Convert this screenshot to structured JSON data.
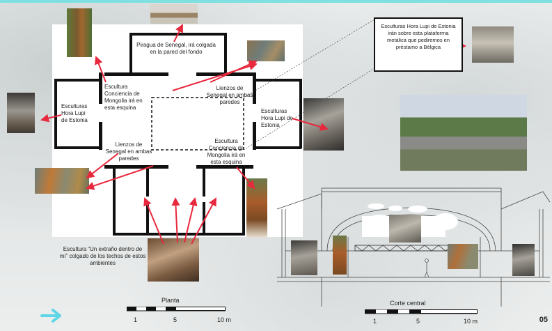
{
  "labels": {
    "piragua": "Piragua de Senegal, irá colgada en la pared del fondo",
    "conciencia_top": "Escultura Conciencia de Mongolia irá en esta esquina",
    "lienzos_top": "Lienzos de Senegal en ambas paredes",
    "hora_left": "Esculturas Hora Lupi de Estonia",
    "hora_right": "Esculturas Hora Lupi de Estonia",
    "lienzos_bottom": "Lienzos de Senegal en ambas paredes",
    "conciencia_bottom": "Escultura Conciencia de Mongolia irá en esta esquina",
    "extrano": "Escultura “Un extraño dentro de mí” colgado de los techos de estos ambientes",
    "callout": "Esculturas Hora Lupi de Estonia irán sobre esta plataforma metálica que pediremos en préstamo a Bélgica"
  },
  "scales": {
    "planta": {
      "title": "Planta",
      "ticks": [
        "1",
        "5",
        "10 m"
      ]
    },
    "corte": {
      "title": "Corte central",
      "ticks": [
        "1",
        "5",
        "10 m"
      ]
    }
  },
  "page_number": "05",
  "colors": {
    "arrow": "#e8283c",
    "accent": "#7fe0e0",
    "wall": "#111111"
  }
}
